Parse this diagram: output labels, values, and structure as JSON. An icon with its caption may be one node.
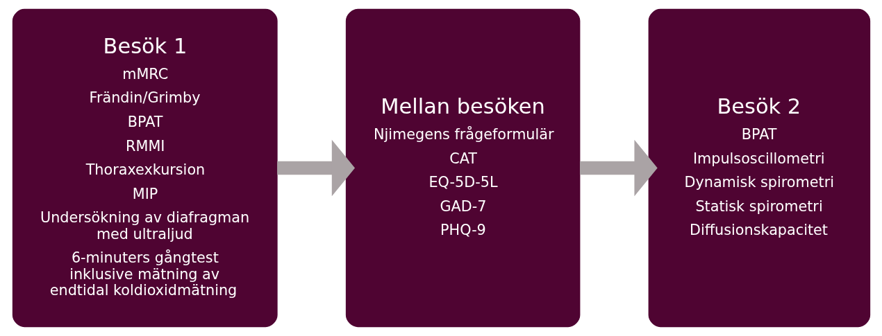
{
  "diagram": {
    "nodes": [
      {
        "text": [
          "Besök 1",
          "mMRC",
          "Frändin/Grimby",
          "BPAT",
          "RMMI",
          "Thoraxexkursion",
          "MIP",
          "Undersökning av diafragman med ultraljud",
          "6-minuters gångtest inklusive mätning av endtidal koldioxidmätning"
        ]
      },
      {
        "text": [
          "Mellan besöken",
          "Njimegens frågeformulär",
          "CAT",
          "EQ-5D-5L",
          "GAD-7",
          "PHQ-9"
        ]
      },
      {
        "text": [
          "Besök 2",
          "BPAT",
          "Impulsoscillometri",
          "Dynamisk spirometri",
          "Statisk spirometri",
          "Diffusionskapacitet"
        ]
      }
    ],
    "edges": [
      {
        "from": 0,
        "to": 1,
        "arrow": "to"
      },
      {
        "from": 1,
        "to": 2,
        "arrow": "to"
      }
    ]
  }
}
